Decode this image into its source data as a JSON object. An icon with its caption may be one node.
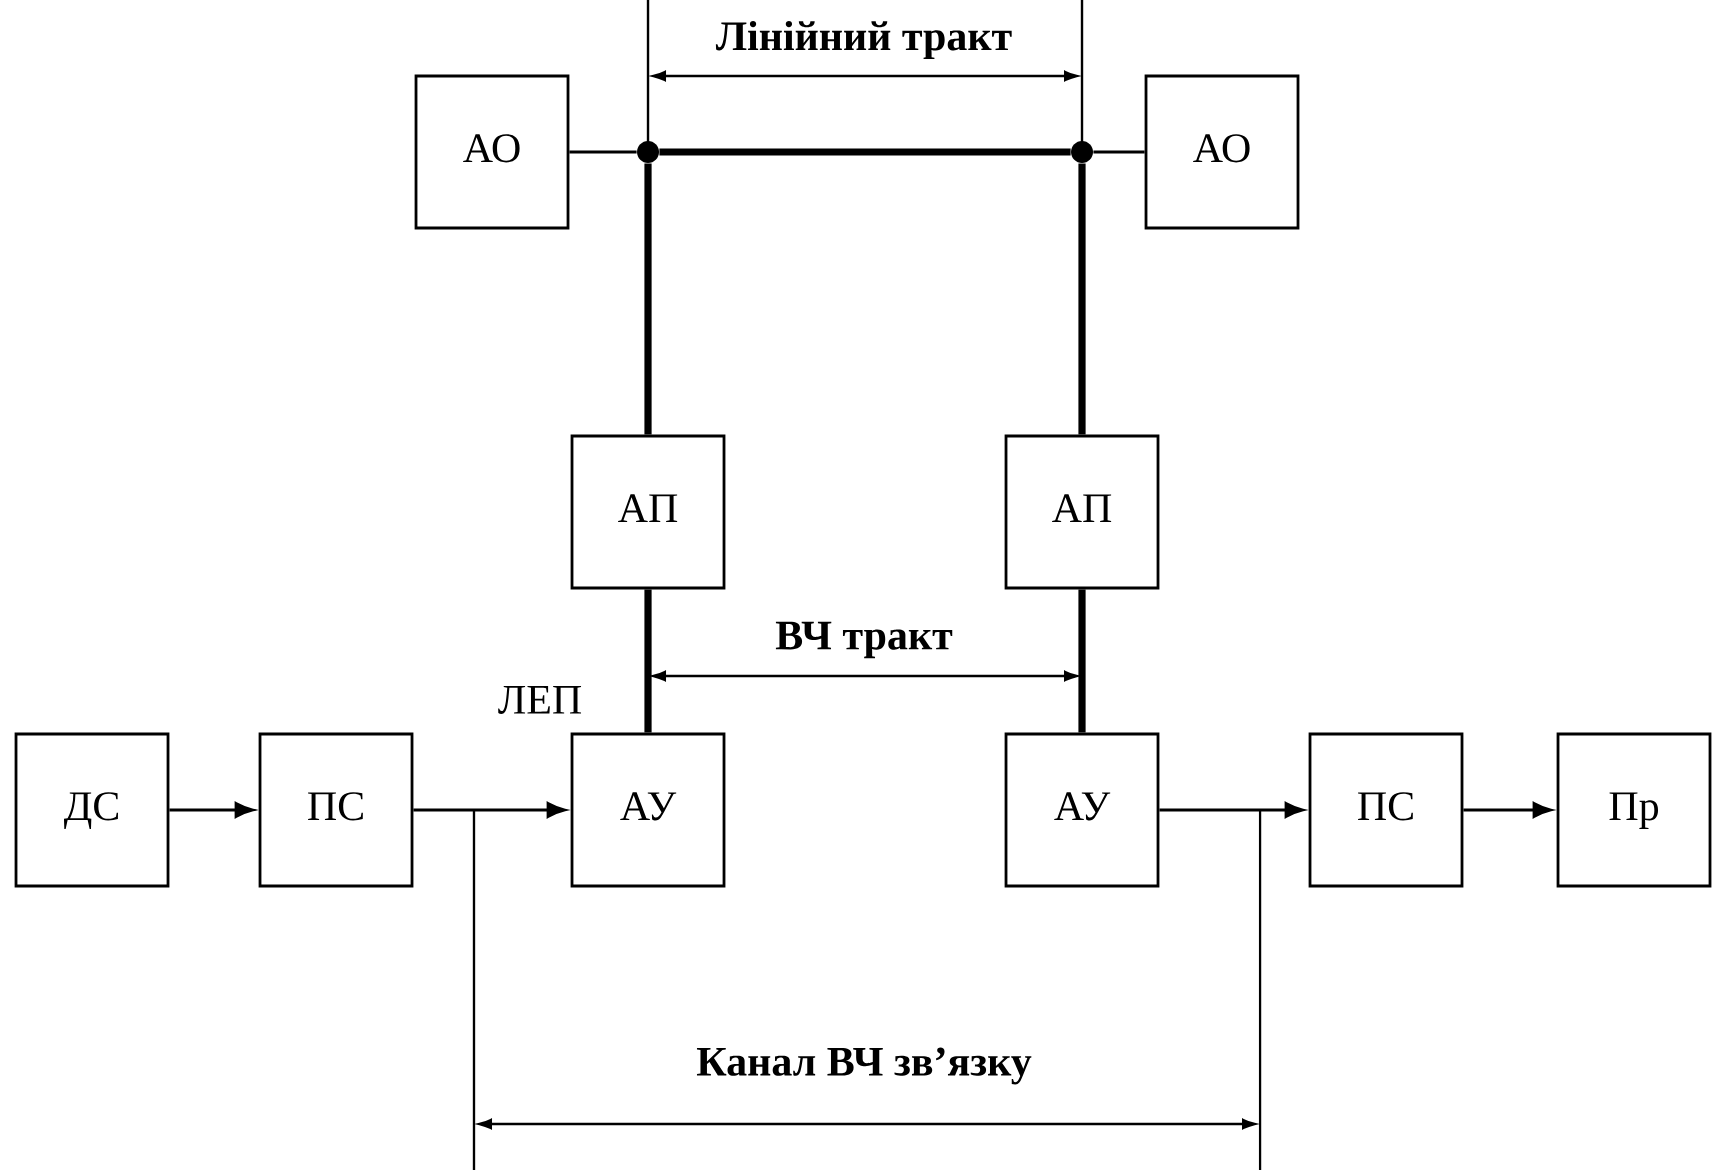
{
  "diagram": {
    "nodes": [
      {
        "text": [
          "АО"
        ]
      },
      {
        "text": [],
        "shape": "circle"
      },
      {
        "text": [],
        "shape": "circle"
      },
      {
        "text": [
          "АО"
        ]
      },
      {
        "text": [
          "АП"
        ]
      },
      {
        "text": [
          "АП"
        ]
      },
      {
        "text": [
          "ДС"
        ]
      },
      {
        "text": [
          "ПС"
        ]
      },
      {
        "text": [
          "АУ"
        ]
      },
      {
        "text": [
          "АУ"
        ]
      },
      {
        "text": [
          "ПС"
        ]
      },
      {
        "text": [
          "Пр"
        ]
      }
    ],
    "edges": [
      {
        "from": 0,
        "to": 1,
        "arrow": "none"
      },
      {
        "from": 1,
        "to": 2,
        "arrow": "none",
        "style": "thick"
      },
      {
        "from": 2,
        "to": 3,
        "arrow": "none"
      },
      {
        "from": 1,
        "to": 4,
        "arrow": "none",
        "style": "thick"
      },
      {
        "from": 2,
        "to": 5,
        "arrow": "none",
        "style": "thick"
      },
      {
        "from": 4,
        "to": 8,
        "arrow": "none",
        "style": "thick"
      },
      {
        "from": 5,
        "to": 9,
        "arrow": "none",
        "style": "thick"
      },
      {
        "from": 6,
        "to": 7,
        "arrow": "to"
      },
      {
        "from": 7,
        "to": 8,
        "arrow": "to"
      },
      {
        "from": 9,
        "to": 10,
        "arrow": "to"
      },
      {
        "from": 10,
        "to": 11,
        "arrow": "to"
      }
    ],
    "labels": [
      "Лінійний тракт",
      "ВЧ тракт",
      "ЛЕП",
      "Канал ВЧ зв’язку"
    ]
  }
}
